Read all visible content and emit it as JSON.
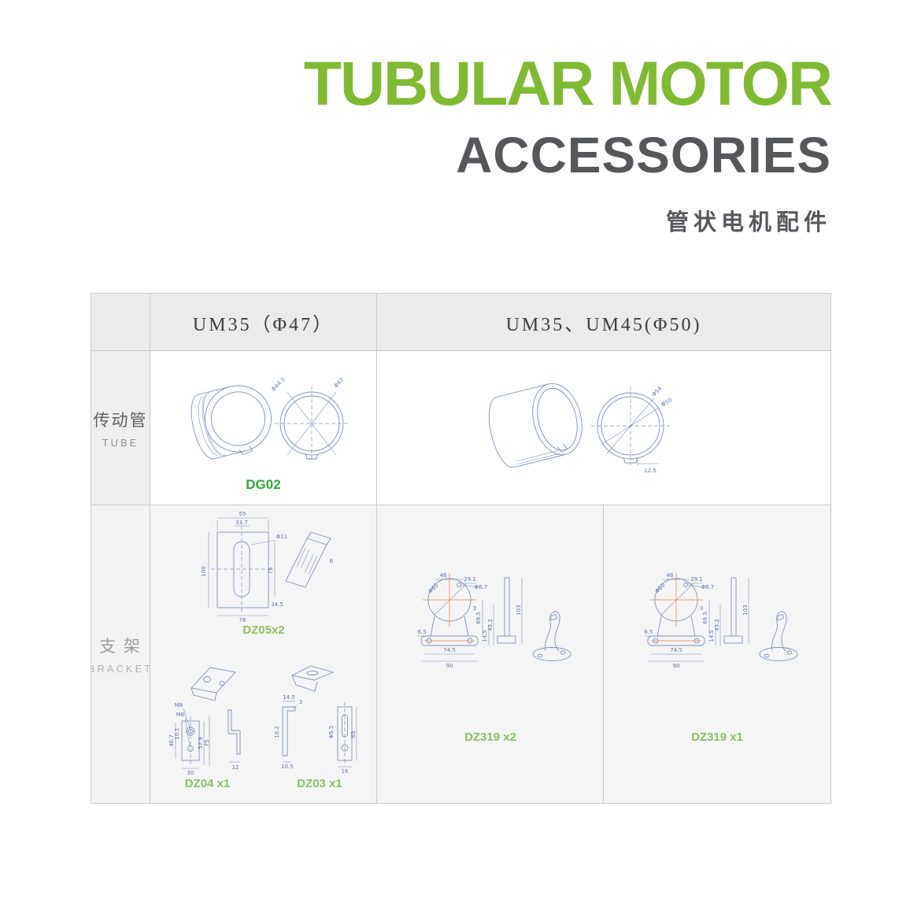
{
  "page": {
    "title_line1": "TUBULAR MOTOR",
    "title_line2": "ACCESSORIES",
    "subtitle_cn": "管状电机配件"
  },
  "colors": {
    "title_green": "#80ba33",
    "title_gray": "#56575b",
    "part_green": "#2fa73b",
    "bracket_label_green": "#8abf63",
    "drawing_line_blue": "#7d90bd",
    "dim_text_blue": "#5f73a8",
    "centerline_orange": "#e0813f",
    "table_border": "#c9c9c9",
    "header_bg": "#ebebeb",
    "bracket_bg": "#f5f5f5"
  },
  "table": {
    "headers": {
      "col1": "UM35（Φ47）",
      "col2": "UM35、UM45(Φ50)"
    },
    "rows": {
      "tube": {
        "label_cn": "传动管",
        "label_en": "TUBE",
        "part": "DG02"
      },
      "bracket": {
        "label_cn": "支 架",
        "label_en": "BRACKET",
        "parts": {
          "dz05": "DZ05x2",
          "dz04": "DZ04 x1",
          "dz03": "DZ03 x1",
          "dz319a": "DZ319 x2",
          "dz319b": "DZ319  x1"
        }
      }
    }
  },
  "drawings": {
    "dg02": {
      "dims": [
        "Φ44.3",
        "Φ47"
      ]
    },
    "tube50": {
      "dims": [
        "Φ54",
        "Φ50",
        "12.5"
      ]
    },
    "dz05": {
      "dims": [
        "55",
        "33.7",
        "100",
        "76",
        "Φ11",
        "75",
        "34.5",
        "6"
      ]
    },
    "dz04": {
      "dims": [
        "M8",
        "M6",
        "46.7",
        "10.1",
        "30",
        "57.9",
        "75",
        "12"
      ]
    },
    "dz03": {
      "dims": [
        "14.5",
        "3",
        "10.2",
        "10.5",
        "Φ5.5",
        "65",
        "16"
      ]
    },
    "dz319": {
      "dims": [
        "46",
        "29.1",
        "Φ6.7",
        "Φ60",
        "3",
        "69.5",
        "6.5",
        "74.5",
        "90",
        "14.5",
        "43.2",
        "103"
      ]
    }
  }
}
